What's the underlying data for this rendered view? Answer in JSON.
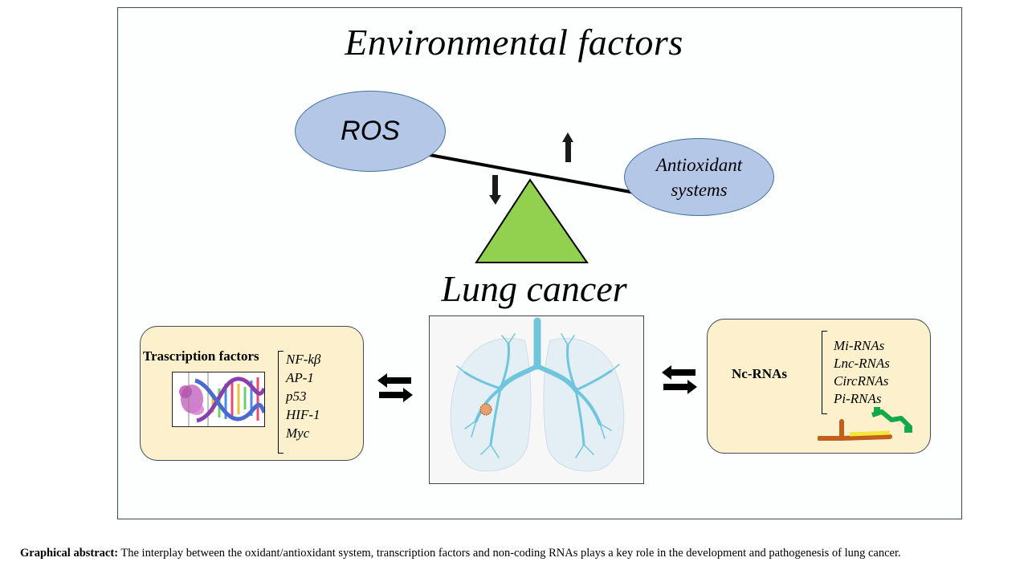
{
  "title_top": "Environmental factors",
  "title_mid": "Lung cancer",
  "ros": "ROS",
  "antioxidant": [
    "Antioxidant",
    "systems"
  ],
  "tf": {
    "label": "Trascription factors",
    "items": [
      "NF-kβ",
      "AP-1",
      "p53",
      "HIF-1",
      "Myc"
    ]
  },
  "nc": {
    "label": "Nc-RNAs",
    "items": [
      "Mi-RNAs",
      "Lnc-RNAs",
      "CircRNAs",
      "Pi-RNAs"
    ]
  },
  "caption": {
    "prefix": "Graphical abstract:",
    "text": " The interplay between the oxidant/antioxidant system, transcription factors and non-coding RNAs plays a key role in the development and pathogenesis of lung cancer."
  },
  "colors": {
    "ellipse_fill": "#b4c7e7",
    "ellipse_stroke": "#41719c",
    "triangle_fill": "#92d050",
    "panel_fill": "#fdf0cc",
    "lung_airway": "#6fc6dc"
  },
  "icons": [
    "up-arrow-icon",
    "down-arrow-icon",
    "bidirectional-arrow-icon",
    "dna-icon",
    "lungs-icon",
    "rna-icon"
  ]
}
